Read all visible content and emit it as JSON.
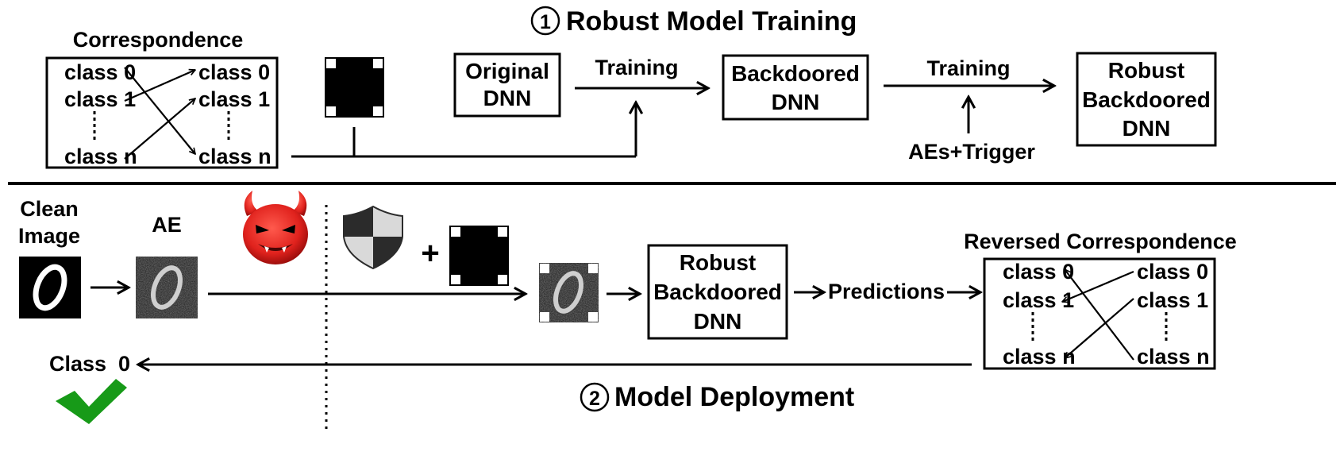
{
  "sections": {
    "training": {
      "number": "1",
      "title": "Robust Model Training"
    },
    "deployment": {
      "number": "2",
      "title": "Model Deployment"
    }
  },
  "correspondence": {
    "title": "Correspondence",
    "left": [
      "class 0",
      "class 1",
      "class n"
    ],
    "right": [
      "class 0",
      "class 1",
      "class n"
    ]
  },
  "training_flow": {
    "original_dnn": [
      "Original",
      "DNN"
    ],
    "training_label_1": "Training",
    "backdoored_dnn": [
      "Backdoored",
      "DNN"
    ],
    "training_label_2": "Training",
    "aes_trigger": "AEs+Trigger",
    "robust_backdoored_dnn": [
      "Robust",
      "Backdoored",
      "DNN"
    ]
  },
  "deployment_flow": {
    "clean_image_label": [
      "Clean",
      "Image"
    ],
    "ae_label": "AE",
    "plus": "+",
    "robust_backdoored_dnn": [
      "Robust",
      "Backdoored",
      "DNN"
    ],
    "predictions": "Predictions",
    "result": "Class  0"
  },
  "reversed_correspondence": {
    "title": "Reversed Correspondence",
    "left": [
      "class 0",
      "class 1",
      "class n"
    ],
    "right": [
      "class 0",
      "class 1",
      "class n"
    ]
  },
  "colors": {
    "devil_red": "#e0221d",
    "check_green": "#179a18",
    "shield_dark": "#2b2b2b",
    "shield_light": "#d9d9d9"
  },
  "icons": [
    "devil-icon",
    "shield-icon",
    "checkmark-icon",
    "trigger-pattern-icon",
    "digit-zero-image"
  ]
}
